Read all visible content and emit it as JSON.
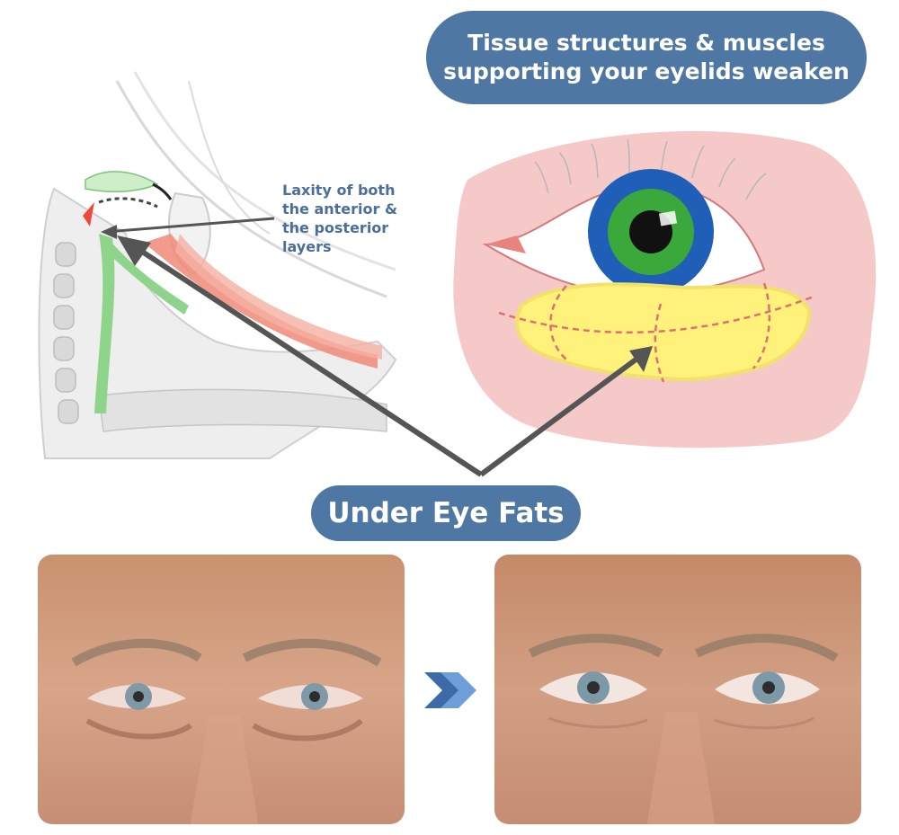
{
  "labels": {
    "headline_line1": "Tissue structures & muscles",
    "headline_line2": "supporting your eyelids weaken",
    "laxity_line1": "Laxity of both",
    "laxity_line2": "the anterior &",
    "laxity_line3": "the posterior",
    "laxity_line4": "layers",
    "under_eye": "Under Eye Fats"
  },
  "colors": {
    "pill": "#4f77a4",
    "pill_text": "#ffffff",
    "annotation_text": "#4b6f9a",
    "arrow": "#555555",
    "fat": "#fff27a",
    "eyelid_skin": "#f6c9c9",
    "iris_outer": "#1f5fb8",
    "iris_inner": "#3aa83a",
    "muscle_red": "#f08a78",
    "tissue_green": "#8ed48a"
  },
  "icons": {
    "transition": "double-chevron-right-icon"
  }
}
